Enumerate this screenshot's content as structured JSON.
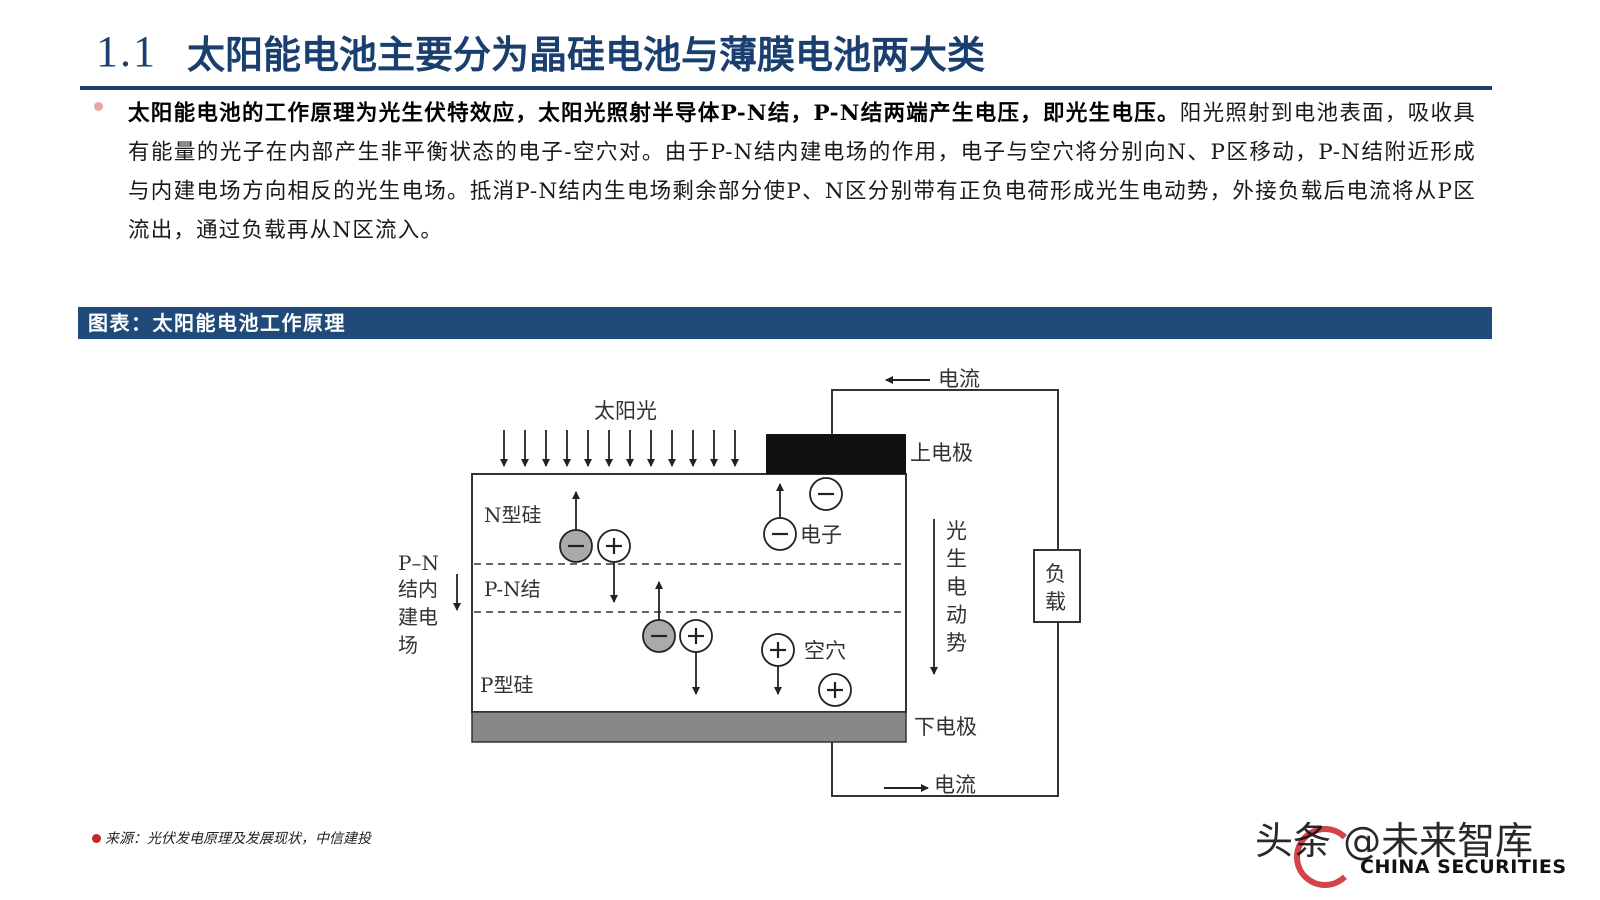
{
  "title": {
    "number": "1.1",
    "text": "太阳能电池主要分为晶硅电池与薄膜电池两大类"
  },
  "body": {
    "bold": "太阳能电池的工作原理为光生伏特效应，太阳光照射半导体P-N结，P-N结两端产生电压，即光生电压。",
    "normal": "阳光照射到电池表面，吸收具有能量的光子在内部产生非平衡状态的电子-空穴对。由于P-N结内建电场的作用，电子与空穴将分别向N、P区移动，P-N结附近形成与内建电场方向相反的光生电场。抵消P-N结内生电场剩余部分使P、N区分别带有正负电荷形成光生电动势，外接负载后电流将从P区流出，通过负载再从N区流入。"
  },
  "figure": {
    "header": "图表：太阳能电池工作原理",
    "labels": {
      "sunlight": "太阳光",
      "current_top": "电流",
      "current_bottom": "电流",
      "top_electrode": "上电极",
      "bottom_electrode": "下电极",
      "n_silicon": "N型硅",
      "pn_junction": "P-N结",
      "p_silicon": "P型硅",
      "electron": "电子",
      "hole": "空穴",
      "builtin_field": [
        "P–N",
        "结内",
        "建电",
        "场"
      ],
      "photo_emf": [
        "光",
        "生",
        "电",
        "动",
        "势"
      ],
      "load": [
        "负",
        "载"
      ],
      "minus": "−",
      "plus": "+"
    }
  },
  "source": "来源：光伏发电原理及发展现状，中信建投",
  "watermark": "头条 @未来智库",
  "brand": "CHINA SECURITIES",
  "colors": {
    "primary": "#1f4a7a",
    "accent": "#c0292b",
    "bullet": "#e8a7a9"
  }
}
